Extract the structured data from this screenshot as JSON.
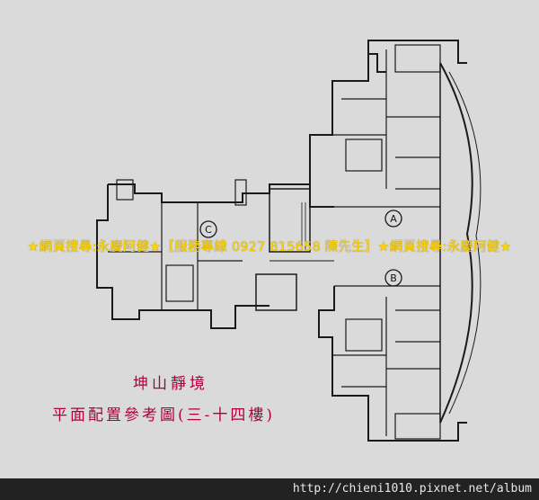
{
  "watermark": "★網頁搜尋:永慶阿健★【服務專線 0927 815658 陳先生】★網頁搜尋:永慶阿健★",
  "building_name": "坤山靜境",
  "plan_title": "平面配置參考圖(三-十四樓)",
  "unit_labels": [
    "A",
    "B",
    "C"
  ],
  "footer_url": "http://chieni1010.pixnet.net/album",
  "colors": {
    "background": "#dadada",
    "lines": "#1a1a1a",
    "title": "#b0003a",
    "watermark": "#ffd400",
    "footer_bg": "#222222"
  }
}
